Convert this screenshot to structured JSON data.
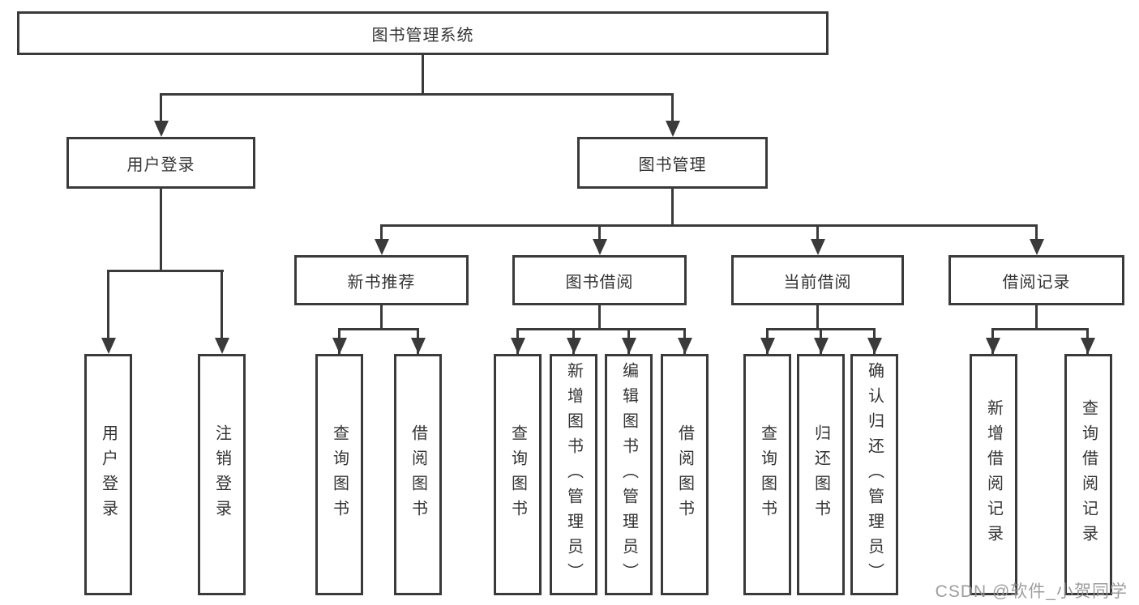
{
  "diagram": {
    "watermark": "CSDN @软件_小贺同学",
    "root": {
      "label": "图书管理系统",
      "children": [
        {
          "label": "用户登录",
          "children": [
            {
              "label": "用户登录"
            },
            {
              "label": "注销登录"
            }
          ]
        },
        {
          "label": "图书管理",
          "children": [
            {
              "label": "新书推荐",
              "children": [
                {
                  "label": "查询图书"
                },
                {
                  "label": "借阅图书"
                }
              ]
            },
            {
              "label": "图书借阅",
              "children": [
                {
                  "label": "查询图书"
                },
                {
                  "label": "新增图书（管理员）"
                },
                {
                  "label": "编辑图书（管理员）"
                },
                {
                  "label": "借阅图书"
                }
              ]
            },
            {
              "label": "当前借阅",
              "children": [
                {
                  "label": "查询图书"
                },
                {
                  "label": "归还图书"
                },
                {
                  "label": "确认归还（管理员）"
                }
              ]
            },
            {
              "label": "借阅记录",
              "children": [
                {
                  "label": "新增借阅记录"
                },
                {
                  "label": "查询借阅记录"
                }
              ]
            }
          ]
        }
      ]
    }
  }
}
